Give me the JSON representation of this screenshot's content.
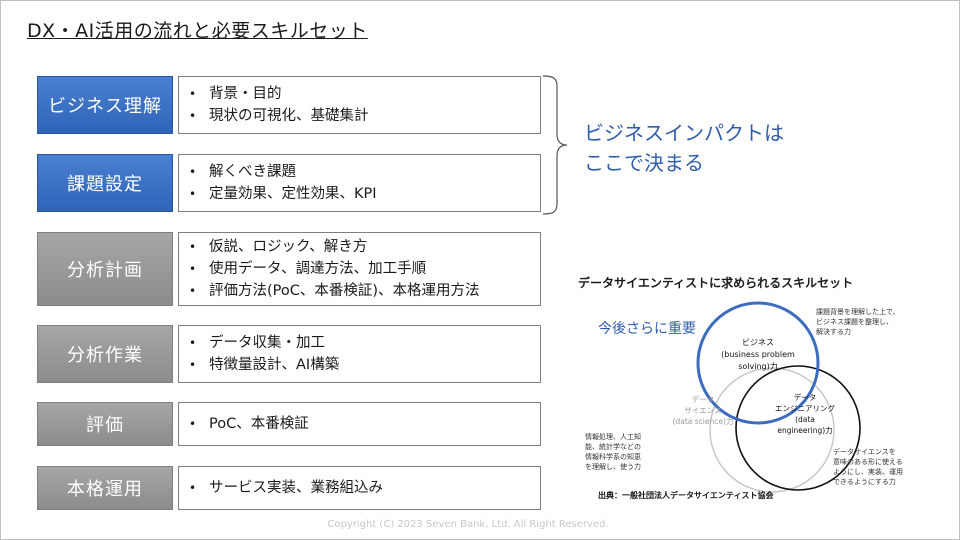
{
  "slide": {
    "title": "DX・AI活用の流れと必要スキルセット",
    "copyright": "Copyright (C) 2023 Seven Bank, Ltd. All Right Reserved."
  },
  "steps": [
    {
      "label": "ビジネス理解",
      "style": "blue",
      "items": [
        "背景・目的",
        "現状の可視化、基礎集計"
      ]
    },
    {
      "label": "課題設定",
      "style": "blue",
      "items": [
        "解くべき課題",
        "定量効果、定性効果、KPI"
      ]
    },
    {
      "label": "分析計画",
      "style": "gray",
      "items": [
        "仮説、ロジック、解き方",
        "使用データ、調達方法、加工手順",
        "評価方法(PoC、本番検証)、本格運用方法"
      ]
    },
    {
      "label": "分析作業",
      "style": "gray",
      "items": [
        "データ収集・加工",
        "特徴量設計、AI構築"
      ]
    },
    {
      "label": "評価",
      "style": "gray",
      "items": [
        "PoC、本番検証"
      ]
    },
    {
      "label": "本格運用",
      "style": "gray",
      "items": [
        "サービス実装、業務組込み"
      ]
    }
  ],
  "impact": {
    "line1": "ビジネスインパクトは",
    "line2": "ここで決まる"
  },
  "venn": {
    "title": "データサイエンティストに求められるスキルセット",
    "emphasis": "今後さらに重要",
    "business": {
      "line1": "ビジネス",
      "line2": "(business problem",
      "line3": "solving)力"
    },
    "science": {
      "line1": "データ",
      "line2": "サイエンス",
      "line3": "(data science)力"
    },
    "engineering": {
      "line1": "データ",
      "line2": "エンジニアリング",
      "line3": "(data",
      "line4": "engineering)力"
    },
    "business_desc": [
      "課題背景を理解した上で、",
      "ビジネス課題を整理し、",
      "解決する力"
    ],
    "science_desc": [
      "情報処理、人工知",
      "能、統計学などの",
      "情報科学系の知恵",
      "を理解し、使う力"
    ],
    "engineering_desc": [
      "データサイエンスを",
      "意味のある形に使える",
      "ようにし、実装、運用",
      "できるようにする力"
    ],
    "source": "出典：一般社団法人データサイエンティスト協会"
  },
  "colors": {
    "blue_step": "#3a6fc4",
    "gray_step": "#999999",
    "impact_text": "#2f5dac",
    "business_circle": "#3c6cc0"
  }
}
